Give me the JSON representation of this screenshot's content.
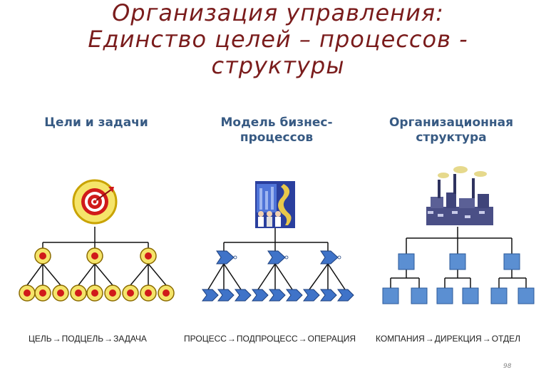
{
  "title": {
    "line1": "Организация управления:",
    "line2": "Единство целей – процессов -",
    "line3": "структуры"
  },
  "columns": [
    {
      "heading_line1": "Цели и задачи",
      "heading_line2": "",
      "caption": [
        "ЦЕЛЬ",
        "ПОДЦЕЛЬ",
        "ЗАДАЧА"
      ],
      "icon": "target-icon",
      "node_icon": "red-dot-icon"
    },
    {
      "heading_line1": "Модель бизнес-",
      "heading_line2": "процессов",
      "caption": [
        "ПРОЦЕСС",
        "ПОДПРОЦЕСС",
        "ОПЕРАЦИЯ"
      ],
      "icon": "business-people-icon",
      "node_icon": "process-arrow-icon"
    },
    {
      "heading_line1": "Организационная",
      "heading_line2": "структура",
      "caption": [
        "КОМПАНИЯ",
        "ДИРЕКЦИЯ",
        "ОТДЕЛ"
      ],
      "icon": "factory-icon",
      "node_icon": "blue-square-icon"
    }
  ],
  "arrow_glyph": "→",
  "page_number": "98",
  "colors": {
    "title": "#7a1c1c",
    "heading": "#375a83",
    "goal_fill": "#f5e46a",
    "goal_dot": "#d01a1a",
    "process_fill": "#3f73c8",
    "org_fill": "#5b8fd2"
  }
}
